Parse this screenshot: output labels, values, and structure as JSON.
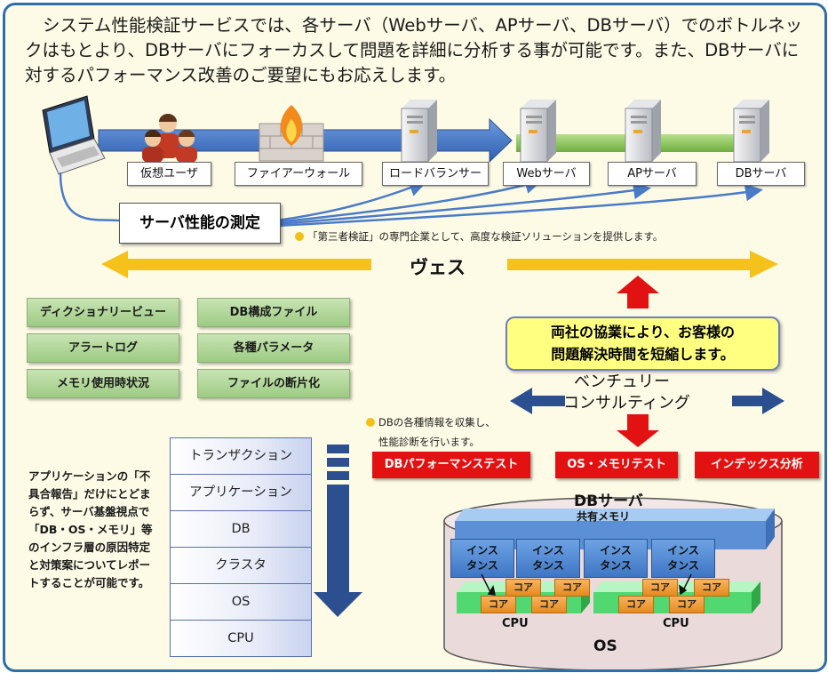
{
  "intro_text": "システム性能検証サービスでは、各サーバ（Webサーバ、APサーバ、DBサーバ）でのボトルネックはもとより、DBサーバにフォーカスして問題を詳細に分析する事が可能です。また、DBサーバに対するパフォーマンス改善のご要望にもお応えします。",
  "flow": {
    "virtual_user": "仮想ユーザ",
    "firewall": "ファイアーウォール",
    "load_balancer": "ロードバランサー",
    "web_server": "Webサーバ",
    "ap_server": "APサーバ",
    "db_server": "DBサーバ"
  },
  "measure_label": "サーバ性能の測定",
  "third_party_note": "「第三者検証」の専門企業として、高度な検証ソリューションを提供します。",
  "vesu_label": "ヴェス",
  "db_items": [
    "ディクショナリービュー",
    "DB構成ファイル",
    "アラートログ",
    "各種パラメータ",
    "メモリ使用時状況",
    "ファイルの断片化"
  ],
  "collab_text": "両社の協業により、お客様の問題解決時間を短縮します。",
  "collab_line1": "両社の協業により、お客様の",
  "collab_line2": "問題解決時間を短縮します。",
  "venture_line1": "ベンチュリー",
  "venture_line2": "コンサルティング",
  "collect_note_1": "DBの各種情報を収集し、",
  "collect_note_2": "性能診断を行います。",
  "red_buttons": [
    "DBパフォーマンステスト",
    "OS・メモリテスト",
    "インデックス分析"
  ],
  "side_note": "アプリケーションの「不具合報告」だけにとどまらず、サーバ基盤視点で「DB・OS・メモリ」等のインフラ層の原因特定と対策案についてレポートすることが可能です。",
  "stack_layers": [
    "トランザクション",
    "アプリケーション",
    "DB",
    "クラスタ",
    "OS",
    "CPU"
  ],
  "db_diagram": {
    "title": "DBサーバ",
    "shared_memory": "共有メモリ",
    "instance_line1": "インス",
    "instance_line2": "タンス",
    "core": "コア",
    "cpu": "CPU",
    "os": "OS"
  },
  "colors": {
    "frame": "#2f6fa8",
    "blue_arrow": "#3d6fbf",
    "green_arrow": "#8cc45a",
    "yellow_arrow": "#f4c21a",
    "red": "#e31212",
    "navy": "#2b4f8f"
  }
}
